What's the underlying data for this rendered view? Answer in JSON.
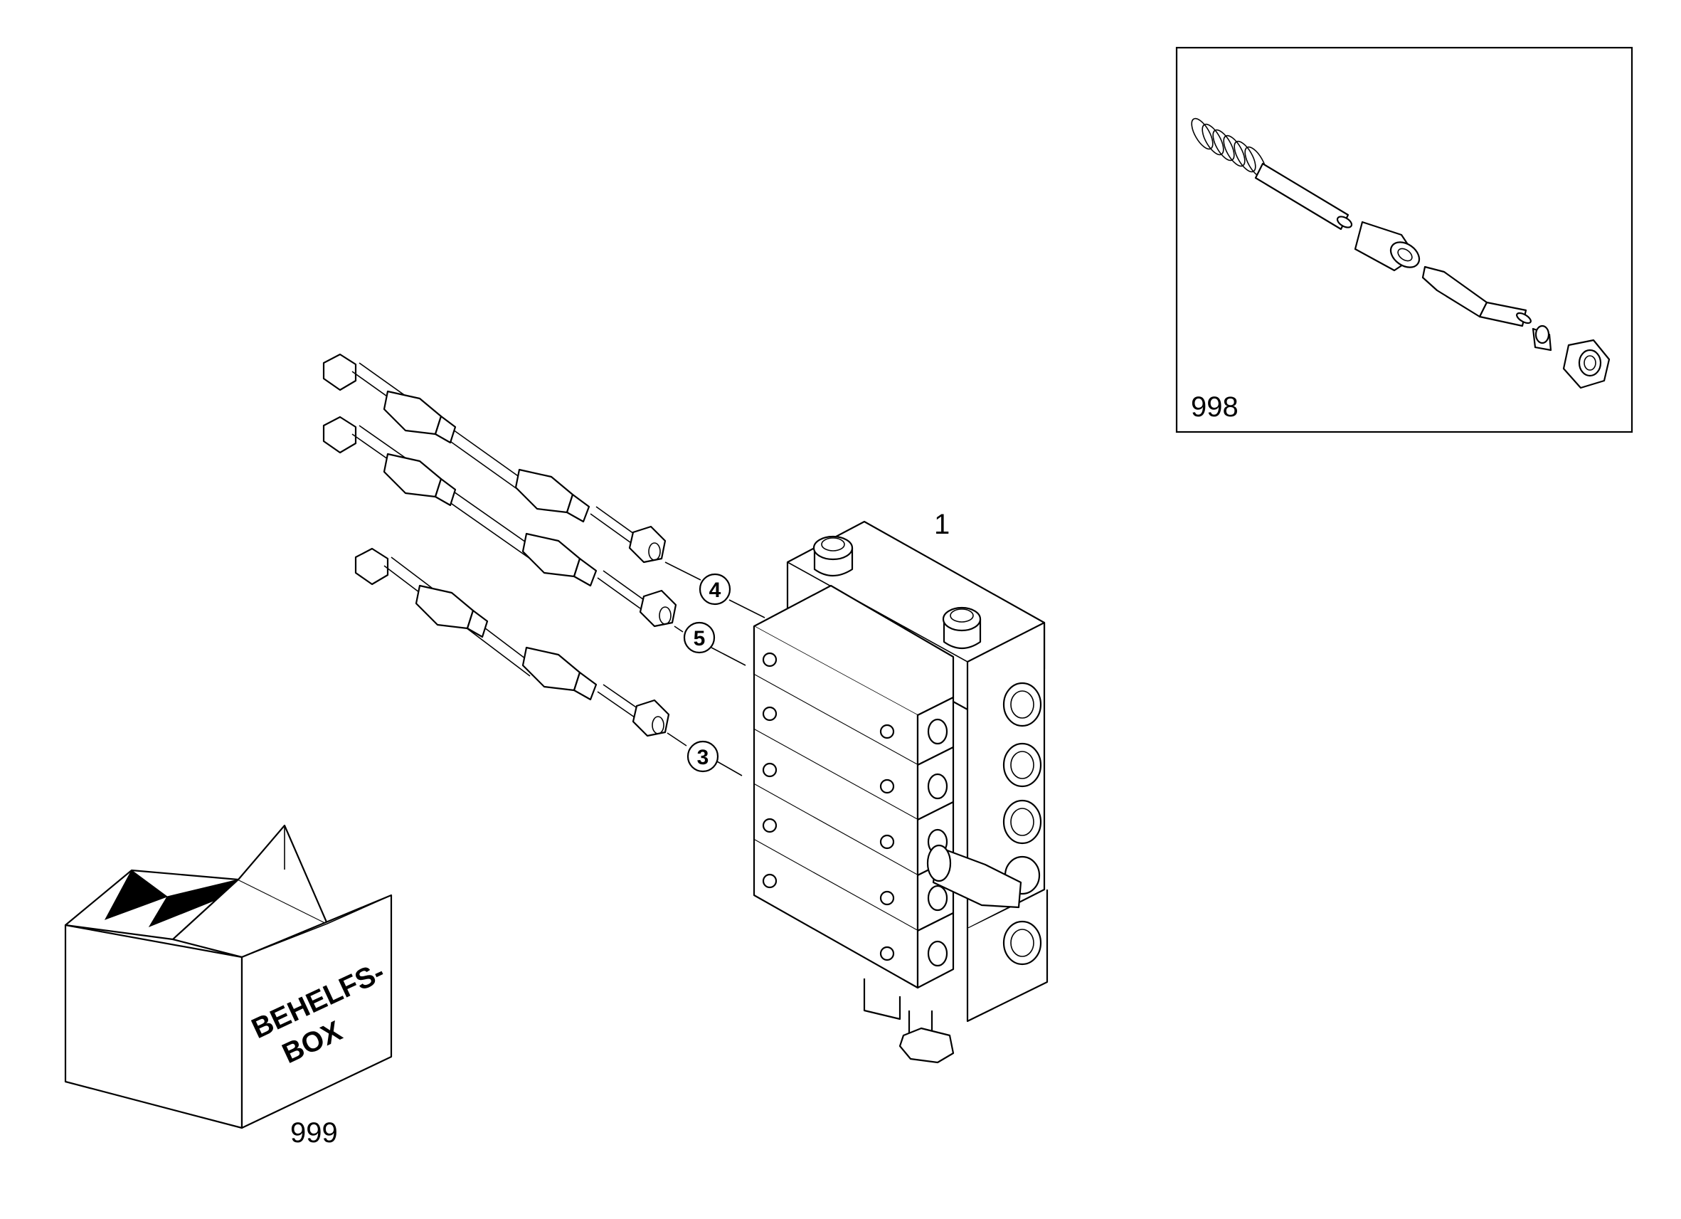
{
  "callouts": {
    "assembly": "1",
    "line_top": "4",
    "line_middle": "5",
    "line_bottom": "3",
    "inset_kit": "998",
    "box_kit": "999"
  },
  "box": {
    "line1": "BEHELFS-",
    "line2": "BOX"
  }
}
